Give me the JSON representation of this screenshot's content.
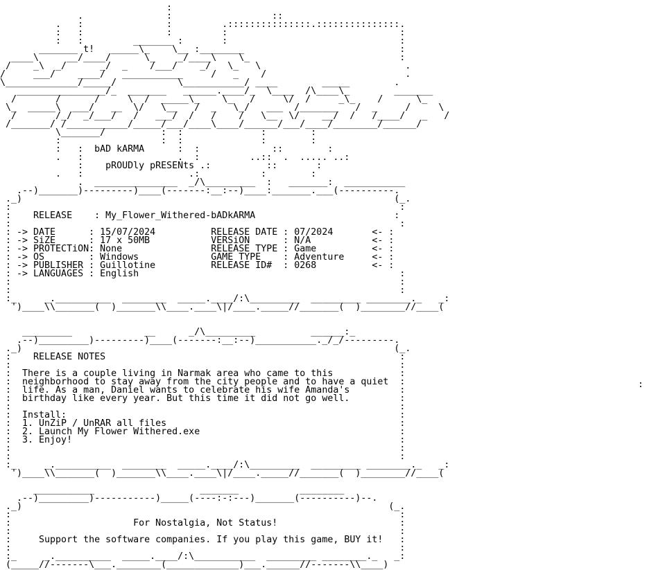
{
  "release_info": {
    "group_name": "bAD kARMA",
    "presents": "pROUDly pRESENts",
    "release_label": "RELEASE",
    "release_value": "My_Flower_Withered-bADkARMA",
    "left_fields": [
      {
        "label": "DATE",
        "value": "15/07/2024"
      },
      {
        "label": "SiZE",
        "value": "17 x 50MB"
      },
      {
        "label": "PROTECTiON",
        "value": "None"
      },
      {
        "label": "OS",
        "value": "Windows"
      },
      {
        "label": "PUBLISHER",
        "value": "Guillotine"
      },
      {
        "label": "LANGUAGES",
        "value": "English"
      }
    ],
    "right_fields": [
      {
        "label": "RELEASE DATE",
        "value": "07/2024"
      },
      {
        "label": "VERSiON",
        "value": "N/A"
      },
      {
        "label": "RELEASE TYPE",
        "value": "Game"
      },
      {
        "label": "GAME TYPE",
        "value": "Adventure"
      },
      {
        "label": "RELEASE ID#",
        "value": "0268"
      }
    ]
  },
  "release_notes": {
    "heading": "RELEASE NOTES",
    "description": "There is a couple living in Narmak area who came to this\nneighborhood to stay away from the city people and to have a quiet\nlife. As a man, Daniel wants to celebrate his wife Amanda's\nbirthday like every year. But this time it did not go well.",
    "install_heading": "Install:",
    "install_steps": [
      "1. UnZiP / UnRAR all files",
      "2. Launch My Flower Withered.exe",
      "3. Enjoy!"
    ]
  },
  "footer": {
    "slogan": "For Nostalgia, Not Status!",
    "support": "Support the software companies. If you play this game, BUY it!"
  }
}
